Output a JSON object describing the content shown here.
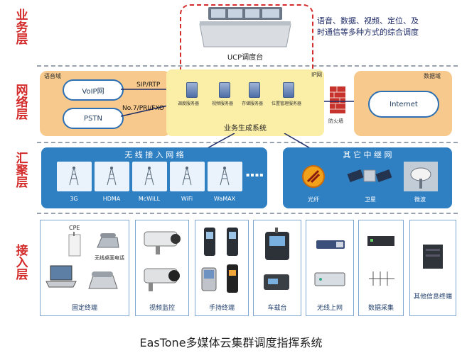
{
  "layers": {
    "business": "业务层",
    "network": "网络层",
    "aggregation": "汇聚层",
    "access": "接入层"
  },
  "business": {
    "console_label": "UCP调度台",
    "description": "语音、数据、视频、定位、及时通信等多种方式的综合调度"
  },
  "network": {
    "voice_domain": "语音域",
    "voip": "VoIP网",
    "pstn": "PSTN",
    "sip_label": "SIP/RTP",
    "no7_label": "No.7/PRI/FXO",
    "ip_label": "IP网",
    "servers": [
      "调度服务器",
      "视频服务器",
      "存储服务器",
      "位置管理服务器"
    ],
    "service_system": "业务生成系统",
    "firewall": "防火墙",
    "data_domain": "数据域",
    "internet": "Internet"
  },
  "aggregation": {
    "wireless_title": "无 线 接 入 网 络",
    "wireless_items": [
      "3G",
      "HDMA",
      "McWiLL",
      "WiFi",
      "WaMAX"
    ],
    "more": "▪▪▪▪",
    "relay_title": "其 它 中 继 网",
    "relay_items": [
      "光纤",
      "卫星",
      "微波"
    ]
  },
  "access": {
    "cpe": "CPE",
    "wireless_desk_phone": "无线桌面电话",
    "cards": [
      "固定终端",
      "视频监控",
      "手持终端",
      "车载台",
      "无线上网",
      "数据采集",
      "其他信息终端"
    ]
  },
  "footer": "EasTone多媒体云集群调度指挥系统",
  "colors": {
    "layer_label": "#d42b2b",
    "orange": "#f7c98c",
    "yellow": "#fbeea7",
    "blue": "#2f7fc3"
  }
}
